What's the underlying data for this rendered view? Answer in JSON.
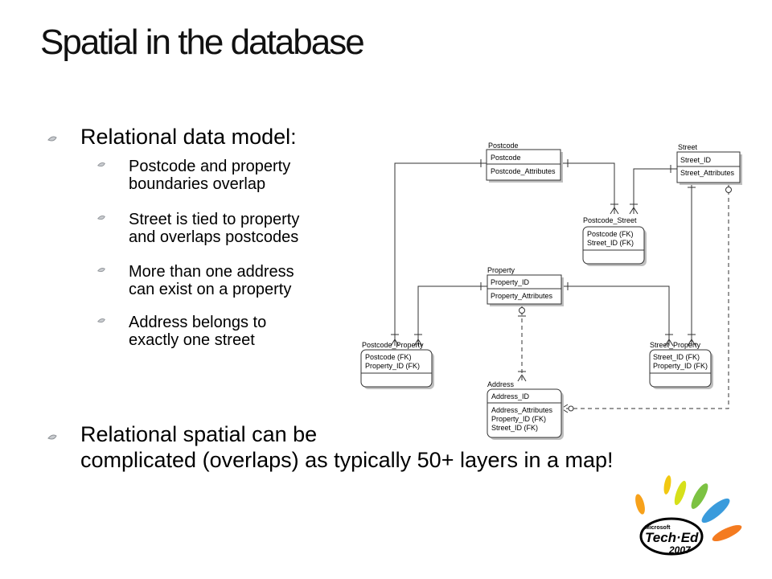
{
  "slide": {
    "title": "Spatial in the database",
    "bullets": [
      {
        "text": "Relational data model:",
        "sub": [
          {
            "line1": "Postcode and property",
            "line2": "boundaries overlap"
          },
          {
            "line1": "Street is tied to property",
            "line2": "and overlaps postcodes"
          },
          {
            "line1": "More than one address",
            "line2": "can exist on a property"
          },
          {
            "line1": "Address belongs to",
            "line2": "exactly one street"
          }
        ]
      },
      {
        "line1": "Relational spatial can be",
        "line2": "complicated (overlaps) as typically 50+ layers in a map!"
      }
    ]
  },
  "diagram": {
    "entities": {
      "postcode": {
        "name": "Postcode",
        "key": "Postcode",
        "attrs": "Postcode_Attributes"
      },
      "street": {
        "name": "Street",
        "key": "Street_ID",
        "attrs": "Street_Attributes"
      },
      "postcode_street": {
        "name": "Postcode_Street",
        "fk1": "Postcode (FK)",
        "fk2": "Street_ID (FK)"
      },
      "property": {
        "name": "Property",
        "key": "Property_ID",
        "attrs": "Property_Attributes"
      },
      "postcode_property": {
        "name": "Postcode_Property",
        "fk1": "Postcode (FK)",
        "fk2": "Property_ID (FK)"
      },
      "street_property": {
        "name": "Street_Property",
        "fk1": "Street_ID (FK)",
        "fk2": "Property_ID (FK)"
      },
      "address": {
        "name": "Address",
        "key": "Address_ID",
        "a1": "Address_Attributes",
        "a2": "Property_ID (FK)",
        "a3": "Street_ID (FK)"
      }
    }
  },
  "logo": {
    "brand": "Microsoft",
    "product": "Tech·Ed",
    "year": "2007"
  },
  "colors": {
    "bullet": "#9aa0a6",
    "entity_shadow": "#bfbfbf",
    "line": "#333333"
  }
}
